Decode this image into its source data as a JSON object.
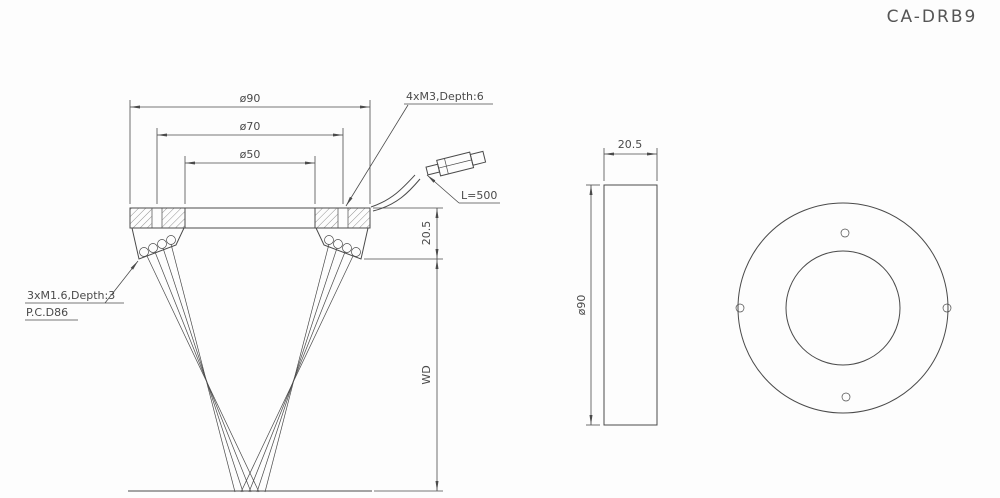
{
  "title": "CA-DRB9",
  "section_view": {
    "dim_d90": "ø90",
    "dim_d70": "ø70",
    "dim_d50": "ø50",
    "label_m3": "4xM3,Depth:6",
    "label_cable_length": "L=500",
    "dim_height": "20.5",
    "dim_wd": "WD",
    "label_m16": "3xM1.6,Depth:3",
    "label_pcd": "P.C.D86"
  },
  "side_view": {
    "dim_width": "20.5",
    "dim_d90": "ø90"
  }
}
